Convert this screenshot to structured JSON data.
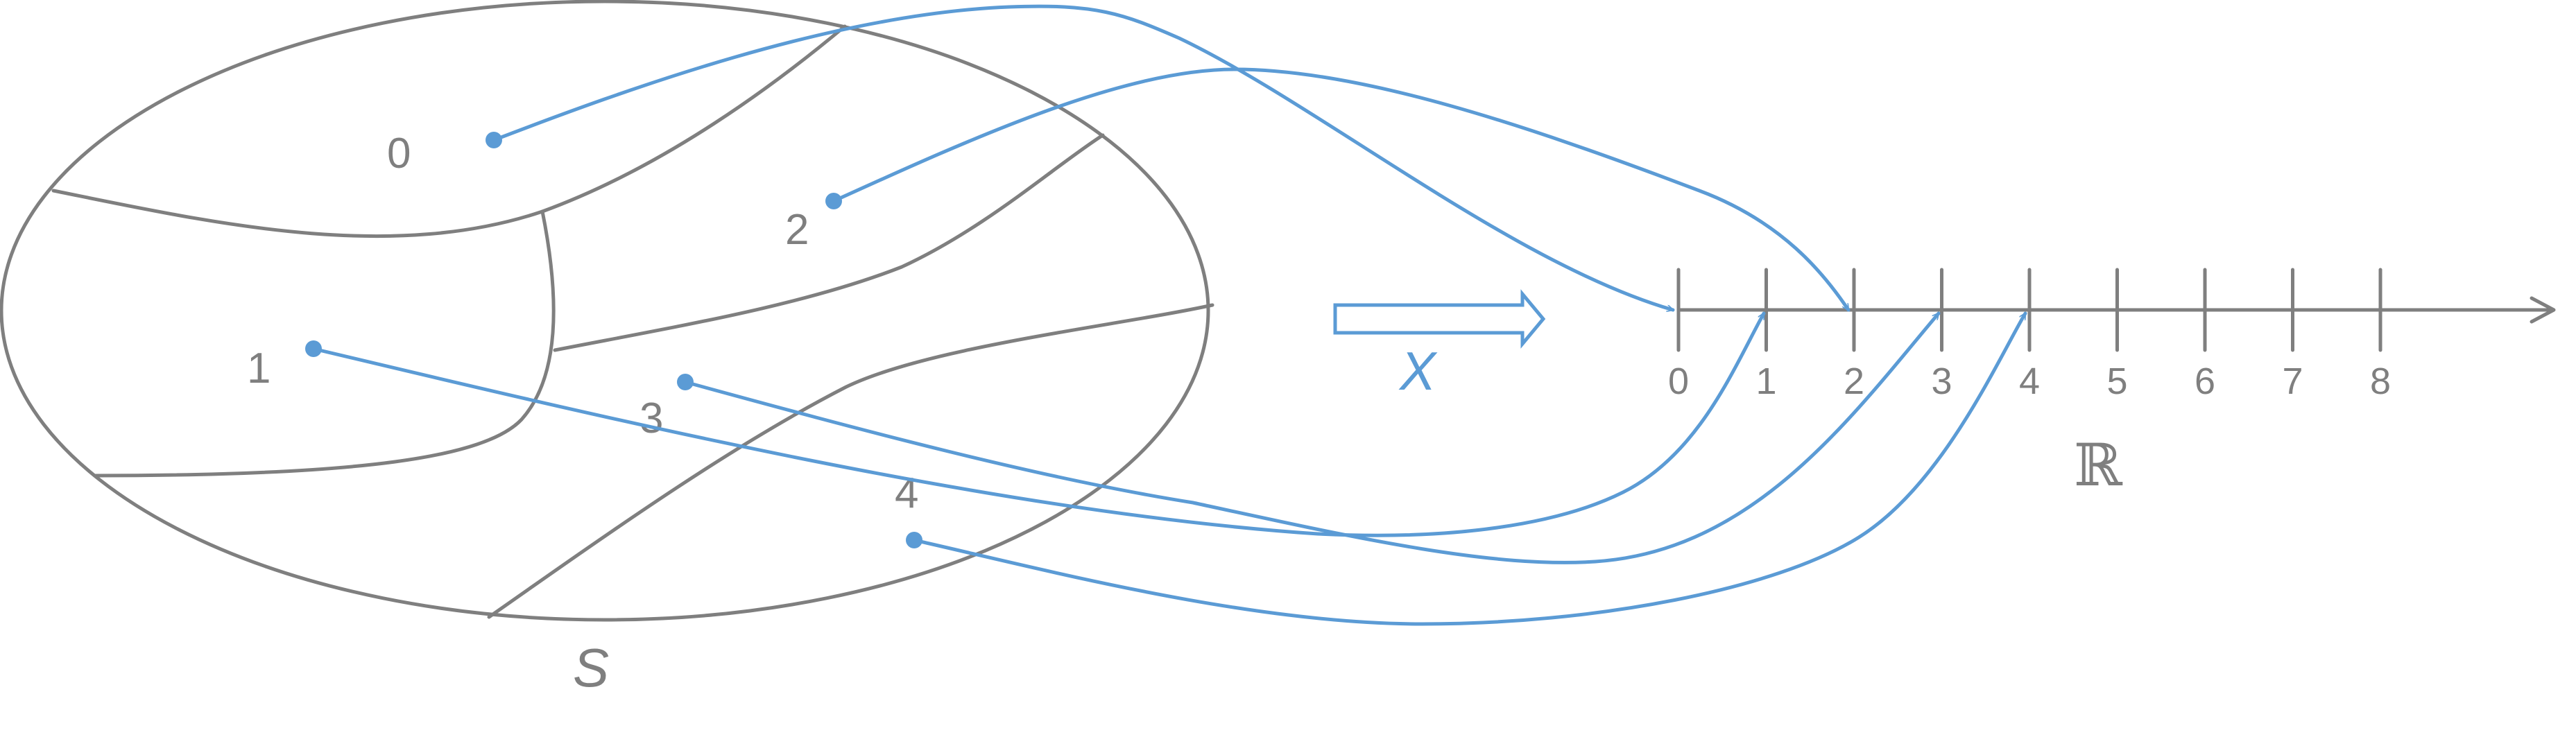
{
  "diagram": {
    "sample_space_label": "S",
    "mapping_label": "X",
    "codomain_label": "ℝ",
    "outcomes": [
      {
        "label": "0",
        "maps_to": "0"
      },
      {
        "label": "1",
        "maps_to": "1"
      },
      {
        "label": "2",
        "maps_to": "2"
      },
      {
        "label": "3",
        "maps_to": "3"
      },
      {
        "label": "4",
        "maps_to": "4"
      }
    ],
    "number_line_ticks": [
      "0",
      "1",
      "2",
      "3",
      "4",
      "5",
      "6",
      "7",
      "8"
    ],
    "colors": {
      "lines": "#7f7f7f",
      "mapping": "#5b9bd5"
    }
  }
}
